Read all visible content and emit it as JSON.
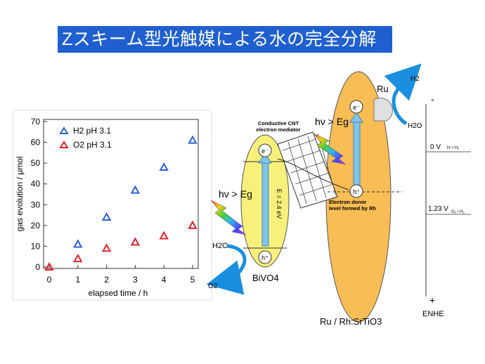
{
  "title": "Zスキーム型光触媒による水の完全分解",
  "chart_data": {
    "type": "scatter",
    "xlabel": "elapsed time / h",
    "ylabel": "gas evolution / μmol",
    "xlim": [
      0,
      5
    ],
    "ylim": [
      0,
      70
    ],
    "x_ticks": [
      "0",
      "1",
      "2",
      "3",
      "4",
      "5"
    ],
    "y_ticks": [
      "0",
      "10",
      "20",
      "30",
      "40",
      "50",
      "60",
      "70"
    ],
    "legend": "top-left",
    "series": [
      {
        "name": "H2 pH 3.1",
        "color": "#2c5fd8",
        "x": [
          1,
          2,
          3,
          4,
          5
        ],
        "y": [
          11,
          24,
          37,
          48,
          61
        ]
      },
      {
        "name": "O2 pH 3.1",
        "color": "#e0242a",
        "x": [
          0,
          1,
          2,
          3,
          4,
          5
        ],
        "y": [
          0,
          4,
          9,
          12,
          15,
          20
        ]
      }
    ]
  },
  "diagram": {
    "left_light": "hν > Eg",
    "right_light": "hν > Eg",
    "bandgap": "E = 2.4 eV",
    "electron": "e⁻",
    "hole": "h⁺",
    "h2o_left": "H2O",
    "o2": "O2",
    "bivo4": "BiVO4",
    "cnt_line1": "Conductive CNT",
    "cnt_line2": "electron mediator",
    "donor_line1": "Electron donor",
    "donor_line2": "level formed by Rh",
    "ru": "Ru",
    "h2": "H2",
    "h2o_right": "H2O",
    "srtio3": "Ru / Rh:SrTiO3",
    "potential_0": "0 V",
    "potential_0_sub": "H⁺/ H₂",
    "potential_123": "1.23 V",
    "potential_123_sub": "O₂ / H₂",
    "minus": "-",
    "plus": "+",
    "enhe": "ENHE"
  },
  "colors": {
    "title_bg": "#1f5fd0",
    "ellipse_yellow": "#f7f07a",
    "ellipse_orange": "#f8bd55",
    "arrow_blue": "#7fc4ec",
    "h2_arrow": "#1a8fe0"
  }
}
